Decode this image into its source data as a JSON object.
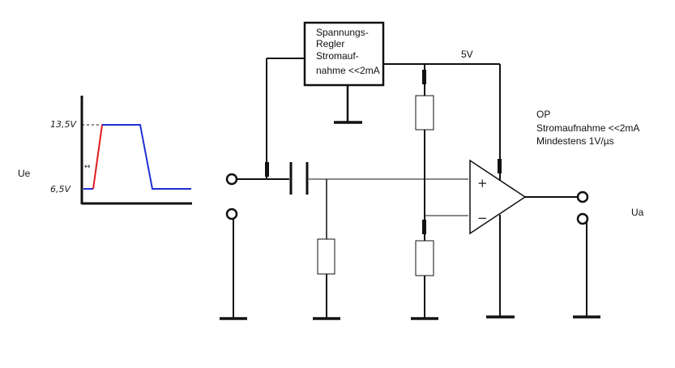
{
  "graph": {
    "label_high": "13,5V",
    "label_low": "6,5V",
    "arrow_symbol": "↔"
  },
  "input_label": "Ue",
  "output_label": "Ua",
  "regulator": {
    "line1": "Spannungs-",
    "line2": "Regler",
    "line3": "Stromauf-",
    "line4": "nahme <<2mA"
  },
  "supply_label": "5V",
  "opamp": {
    "plus": "+",
    "minus": "−",
    "line1": "OP",
    "line2": "Stromaufnahme <<2mA",
    "line3": "Mindestens 1V/µs"
  },
  "colors": {
    "wire": "#1a1a1a",
    "rise": "#e01b1b",
    "pulse": "#1f2fd6"
  }
}
